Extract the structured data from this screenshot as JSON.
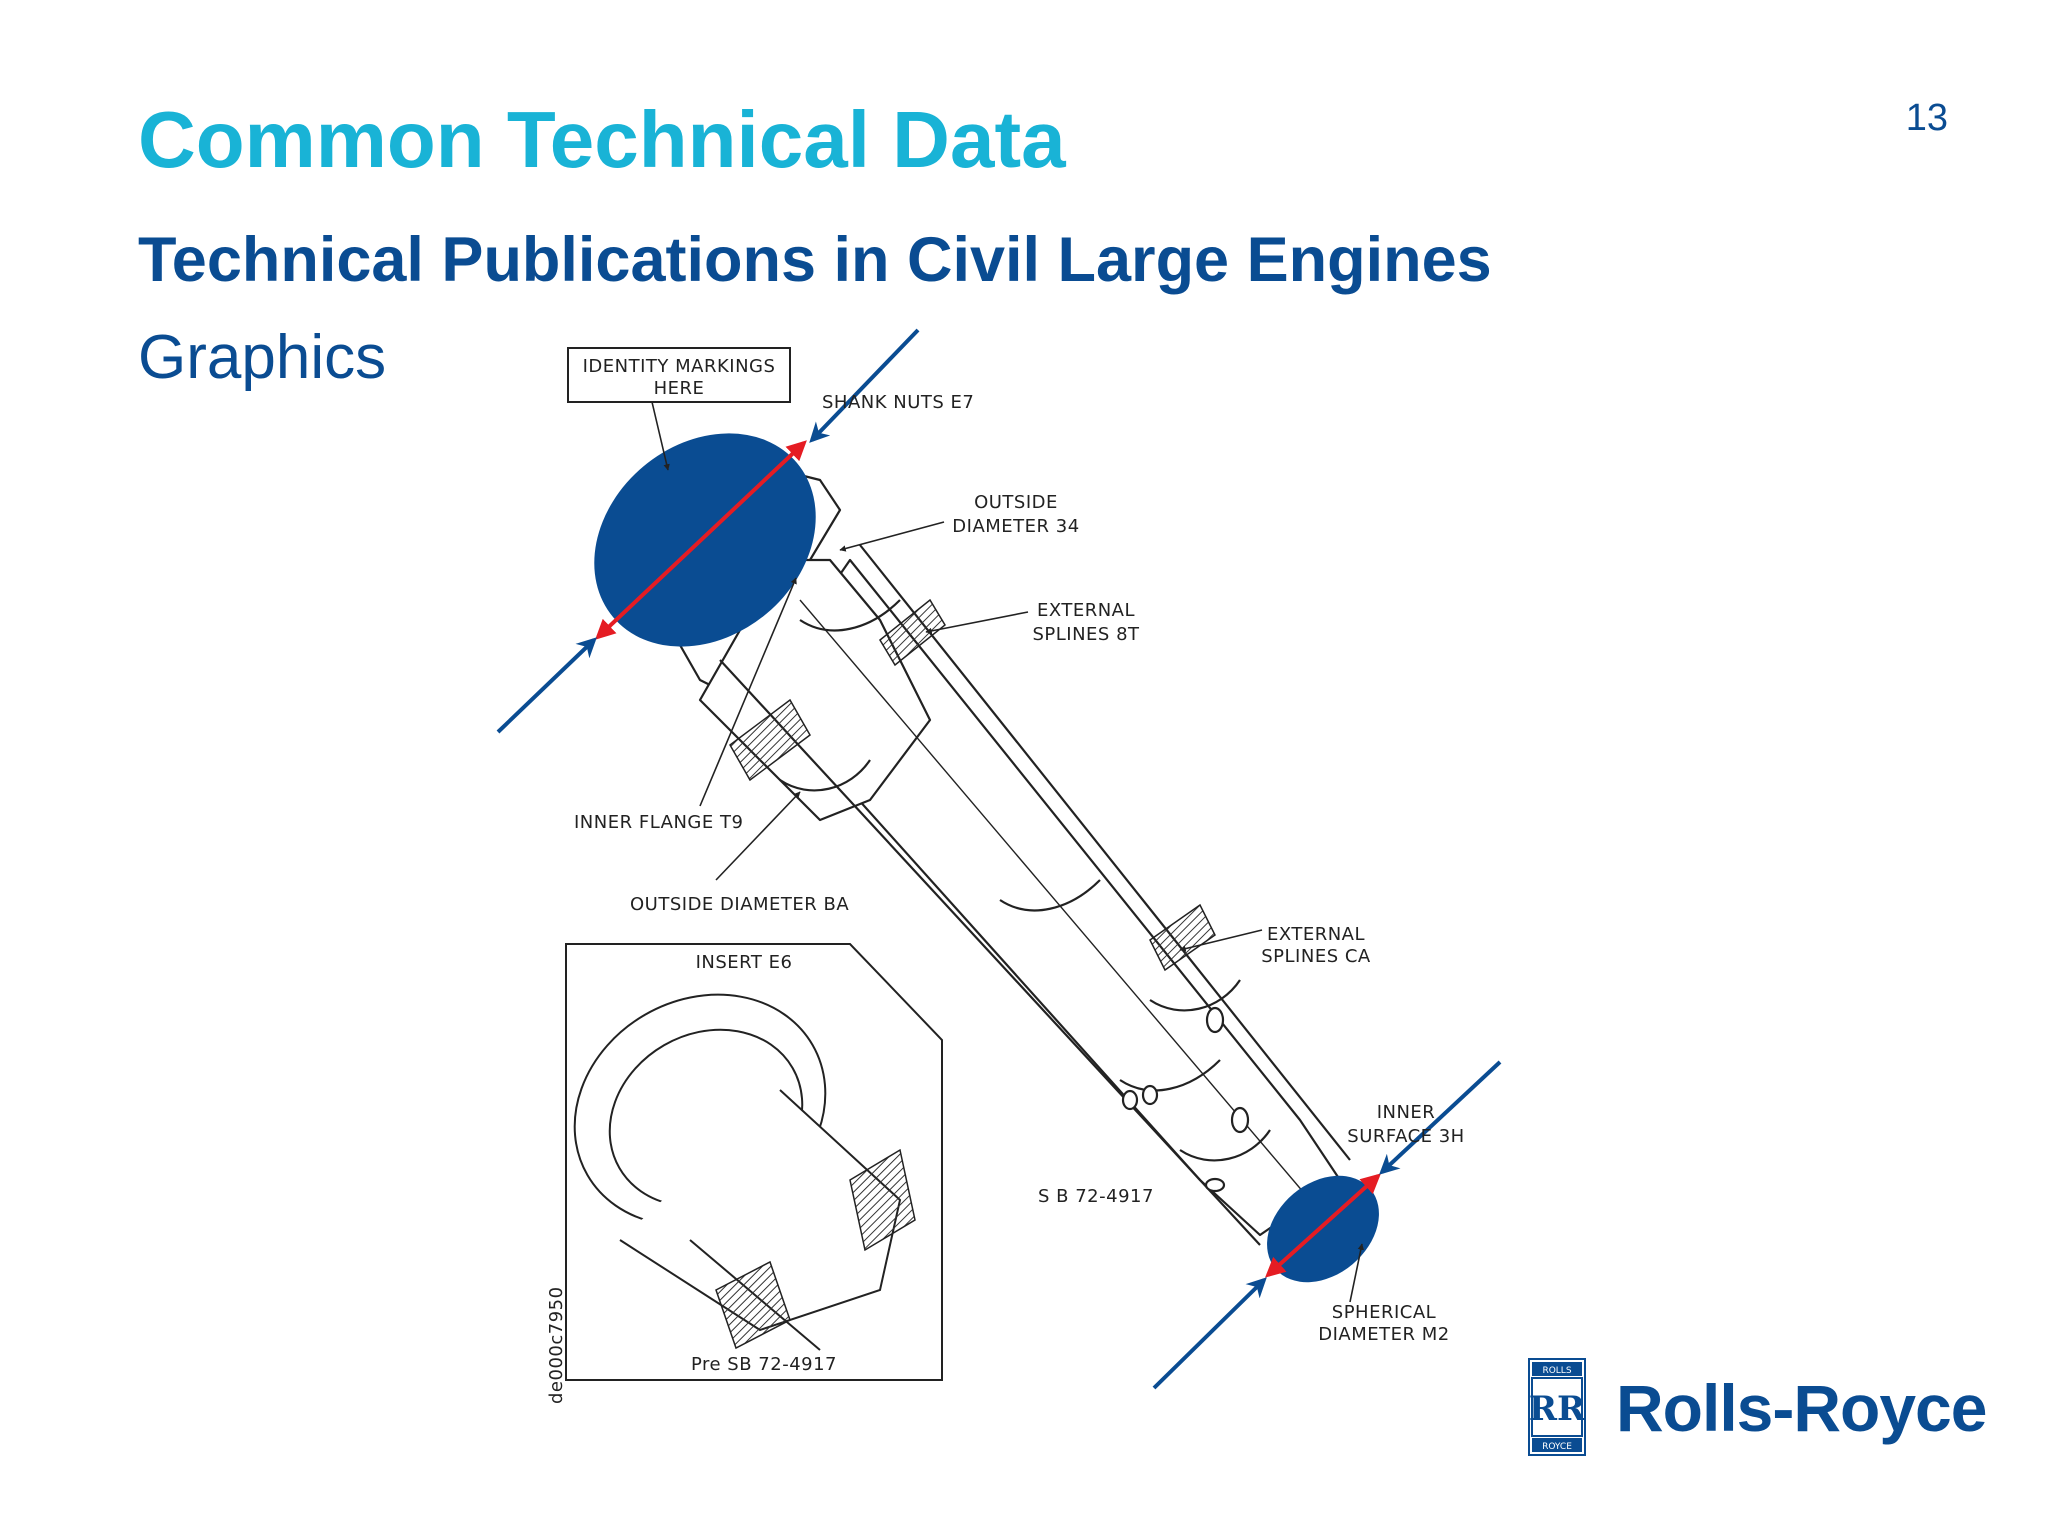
{
  "slide": {
    "title": "Common Technical Data",
    "subtitle": "Technical Publications in Civil Large Engines",
    "section": "Graphics",
    "page_number": "13"
  },
  "diagram": {
    "callouts": {
      "identity_line1": "IDENTITY MARKINGS",
      "identity_line2": "HERE",
      "shank_nuts": "SHANK NUTS E7",
      "outside_diameter_34_line1": "OUTSIDE",
      "outside_diameter_34_line2": "DIAMETER 34",
      "external_splines_8t_line1": "EXTERNAL",
      "external_splines_8t_line2": "SPLINES 8T",
      "inner_flange": "INNER FLANGE T9",
      "outside_diameter_ba": "OUTSIDE DIAMETER BA",
      "external_splines_ca_line1": "EXTERNAL",
      "external_splines_ca_line2": "SPLINES CA",
      "insert": "INSERT E6",
      "inner_surface_line1": "INNER",
      "inner_surface_line2": "SURFACE 3H",
      "sb_number": "S B 72-4917",
      "spherical_line1": "SPHERICAL",
      "spherical_line2": "DIAMETER M2",
      "pre_sb": "Pre SB 72-4917",
      "drawing_id": "de000c7950"
    },
    "colors": {
      "highlight_fill": "#0a4c92",
      "dimension_arrow": "#e51c23",
      "pointer_arrow": "#0a4c92"
    }
  },
  "brand": {
    "name": "Rolls-Royce",
    "badge_top": "ROLLS",
    "badge_bottom": "ROYCE",
    "badge_monogram": "RR",
    "color": "#0a4c92"
  }
}
